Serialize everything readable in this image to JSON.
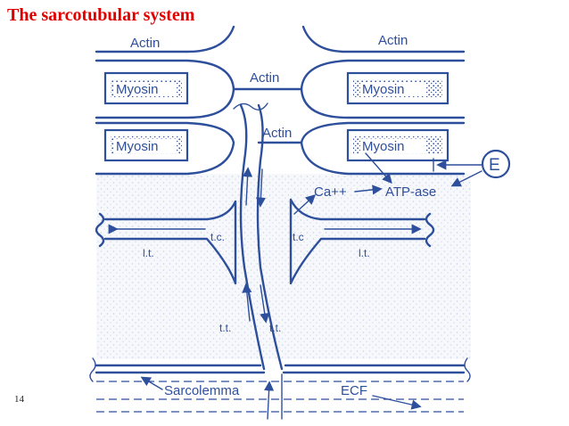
{
  "slide": {
    "title": "The sarcotubular system",
    "number": "14"
  },
  "labels": {
    "actin_top_left": "Actin",
    "actin_top_right": "Actin",
    "actin_mid_1": "Actin",
    "actin_mid_2": "Actin",
    "myosin_1": "Myosin",
    "myosin_2": "Myosin",
    "myosin_3": "Myosin",
    "myosin_4": "Myosin",
    "calcium": "Ca++",
    "atpase": "ATP-ase",
    "energy": "E",
    "tc_left": "t.c.",
    "tc_right": "t.c",
    "lt_left": "l.t.",
    "lt_right": "l.t.",
    "tt_left": "t.t.",
    "tt_right": "t.t.",
    "sarcolemma": "Sarcolemma",
    "ecf": "ECF"
  },
  "colors": {
    "title": "#e00000",
    "ink": "#2d4f9c",
    "stipple": "#dde3ef"
  }
}
